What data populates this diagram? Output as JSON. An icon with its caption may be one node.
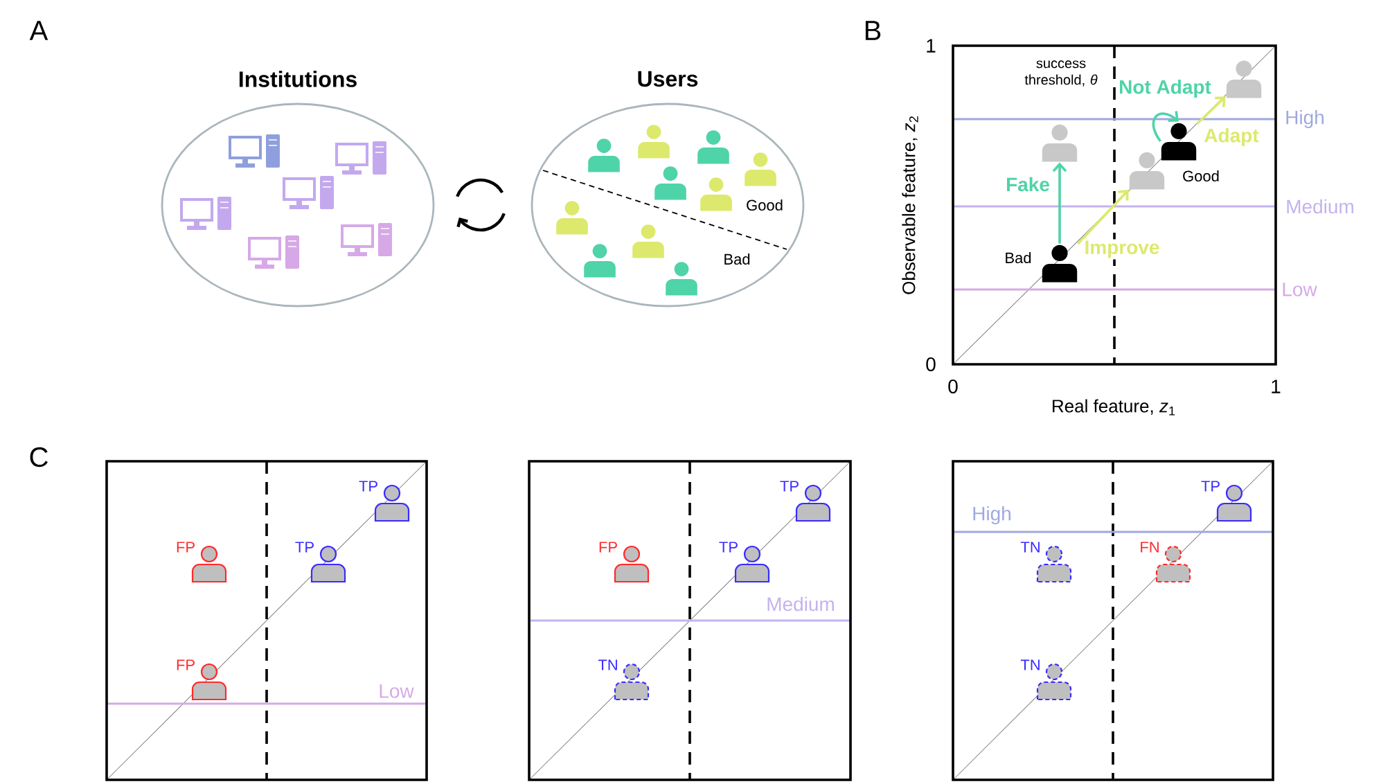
{
  "diagram": {
    "nodes": [
      {
        "text": [
          "Institutions"
        ]
      },
      {
        "text": [
          "Users",
          "Good",
          "Bad"
        ]
      },
      {
        "text": [],
        "shape": "person",
        "beside": [
          "Bad"
        ]
      },
      {
        "text": [],
        "shape": "person"
      },
      {
        "text": [],
        "shape": "person"
      },
      {
        "text": [],
        "shape": "person",
        "beside": [
          "Good"
        ]
      },
      {
        "text": [],
        "shape": "person"
      },
      {
        "text": [],
        "shape": "person",
        "beside": [
          "TP"
        ]
      },
      {
        "text": [],
        "shape": "person",
        "beside": [
          "FP"
        ]
      },
      {
        "text": [],
        "shape": "person",
        "beside": [
          "TP"
        ]
      },
      {
        "text": [],
        "shape": "person",
        "beside": [
          "FP"
        ]
      },
      {
        "text": [],
        "shape": "person",
        "beside": [
          "TP"
        ]
      },
      {
        "text": [],
        "shape": "person",
        "beside": [
          "FP"
        ]
      },
      {
        "text": [],
        "shape": "person",
        "beside": [
          "TP"
        ]
      },
      {
        "text": [],
        "shape": "person",
        "beside": [
          "TN"
        ]
      },
      {
        "text": [],
        "shape": "person",
        "beside": [
          "TP"
        ]
      },
      {
        "text": [],
        "shape": "person",
        "beside": [
          "TN"
        ]
      },
      {
        "text": [],
        "shape": "person",
        "beside": [
          "FN"
        ]
      },
      {
        "text": [],
        "shape": "person",
        "beside": [
          "TN"
        ]
      }
    ],
    "edges": [
      {
        "from": 2,
        "to": 3,
        "arrow": "to",
        "label": "Fake",
        "color": "#4fd3a8"
      },
      {
        "from": 2,
        "to": 4,
        "arrow": "to",
        "label": "Improve",
        "color": "#dce96c"
      },
      {
        "from": 5,
        "to": 5,
        "arrow": "to",
        "label": "Not Adapt",
        "color": "#4fd3a8"
      },
      {
        "from": 5,
        "to": 6,
        "arrow": "to",
        "label": "Adapt",
        "color": "#dce96c"
      }
    ],
    "labels": [
      "A",
      "B",
      "1",
      "success threshold, *θ*",
      "High",
      "Medium",
      "Low",
      "Observable feature, *z*$_{2}$",
      "0",
      "0",
      "1",
      "Real feature, *z*$_{1}$",
      "C",
      "Low",
      "Medium",
      "High"
    ]
  }
}
